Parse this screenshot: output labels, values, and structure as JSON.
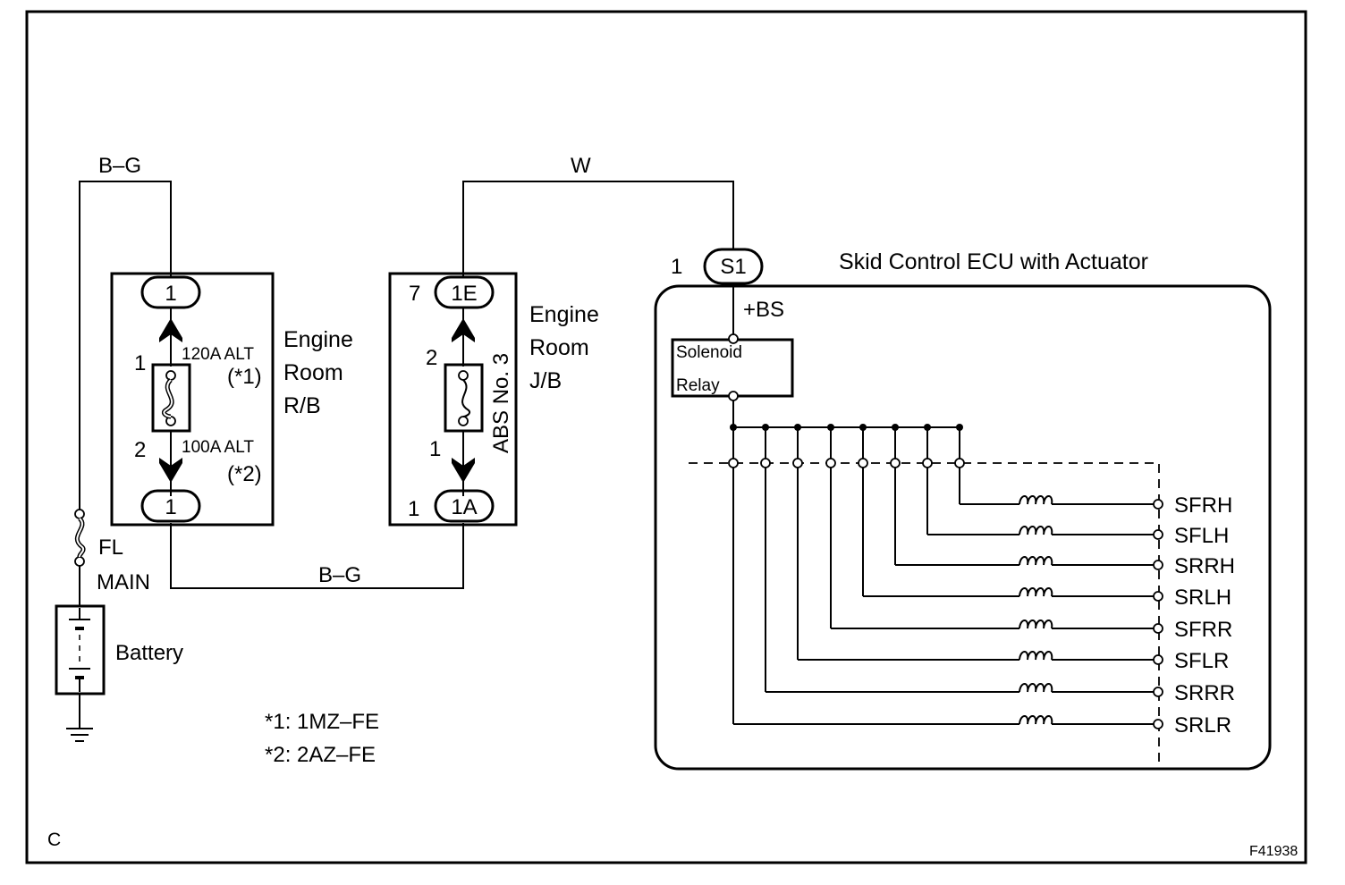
{
  "wires": {
    "bg_top": "B–G",
    "w_top": "W",
    "bg_bottom": "B–G"
  },
  "engine_room_rb": {
    "label_lines": [
      "Engine",
      "Room",
      "R/B"
    ],
    "top_connector": "1",
    "bottom_connector": "1",
    "pin_top": "1",
    "pin_bottom": "2",
    "fuse_top_rating": "120A ALT",
    "fuse_top_note": "(*1)",
    "fuse_bottom_rating": "100A ALT",
    "fuse_bottom_note": "(*2)"
  },
  "engine_room_jb": {
    "label_lines": [
      "Engine",
      "Room",
      "J/B"
    ],
    "top_connector": "1E",
    "bottom_connector": "1A",
    "top_connector_pin": "7",
    "bottom_connector_pin": "1",
    "pin_top": "2",
    "pin_bottom": "1",
    "fuse_name": "ABS No. 3"
  },
  "fl_main": {
    "label_lines": [
      "FL",
      "MAIN"
    ]
  },
  "battery": {
    "label": "Battery"
  },
  "ecu": {
    "title": "Skid Control ECU with Actuator",
    "connector": "S1",
    "connector_pin": "1",
    "terminal": "+BS",
    "relay_lines": [
      "Solenoid",
      "Relay"
    ],
    "solenoids": [
      "SFRH",
      "SFLH",
      "SRRH",
      "SRLH",
      "SFRR",
      "SFLR",
      "SRRR",
      "SRLR"
    ]
  },
  "notes": [
    "*1: 1MZ–FE",
    "*2: 2AZ–FE"
  ],
  "corner_label": "C",
  "figure_id": "F41938"
}
